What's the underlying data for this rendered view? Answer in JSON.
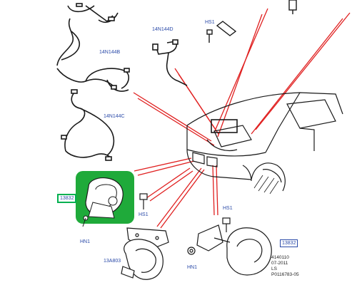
{
  "diagram": {
    "callouts": {
      "harness_d": "14N144D",
      "harness_b": "14N144B",
      "harness_c": "14N144C",
      "fastener_hs1_top": "HS1",
      "horn_left": "13832",
      "fastener_hs1_left": "HS1",
      "nut_hn1_left": "HN1",
      "bracket": "13A803",
      "nut_hn1_bottom": "HN1",
      "fastener_hs1_right": "HS1",
      "horn_right": "13832"
    },
    "meta": {
      "line1": "4140110",
      "line2": "07-2011",
      "line3": "LS",
      "line4": "P0116783-05"
    },
    "colors": {
      "leader_red": "#e02020",
      "highlight_green": "#1faa3a",
      "label_blue": "#2a4aa8",
      "line_dark": "#1a1a1a"
    }
  }
}
